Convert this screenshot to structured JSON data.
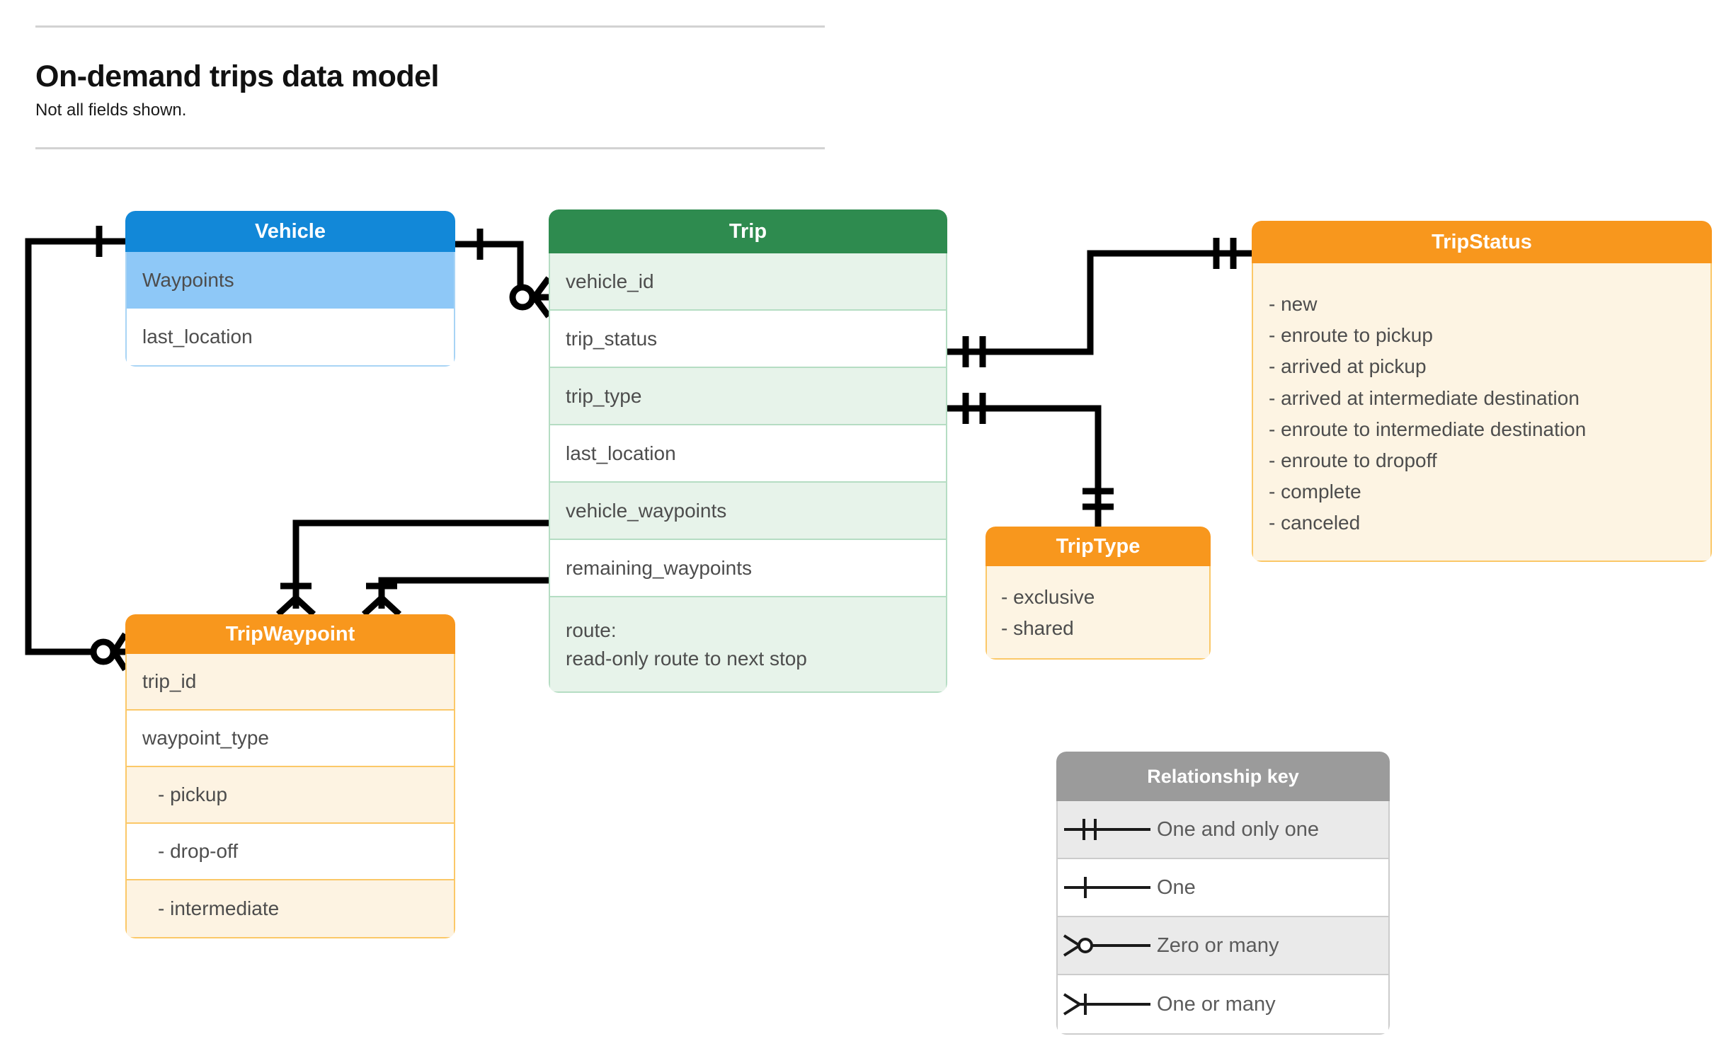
{
  "header": {
    "title": "On-demand trips data model",
    "subtitle": "Not all fields shown."
  },
  "entities": {
    "vehicle": {
      "name": "Vehicle",
      "header_color": "#1288d8",
      "fields": [
        {
          "label": "Waypoints"
        },
        {
          "label": "last_location"
        }
      ]
    },
    "trip": {
      "name": "Trip",
      "header_color": "#2e8b4f",
      "fields": [
        {
          "label": "vehicle_id"
        },
        {
          "label": "trip_status"
        },
        {
          "label": "trip_type"
        },
        {
          "label": "last_location"
        },
        {
          "label": "vehicle_waypoints"
        },
        {
          "label": "remaining_waypoints"
        }
      ],
      "note_line_1": "route:",
      "note_line_2": "read-only route to next stop"
    },
    "trip_status": {
      "name": "TripStatus",
      "header_color": "#f8971d",
      "values": [
        "- new",
        "- enroute to pickup",
        "- arrived at pickup",
        "- arrived at intermediate destination",
        "- enroute to intermediate destination",
        "- enroute to dropoff",
        "- complete",
        "- canceled"
      ]
    },
    "trip_type": {
      "name": "TripType",
      "header_color": "#f8971d",
      "values": [
        "- exclusive",
        "- shared"
      ]
    },
    "trip_waypoint": {
      "name": "TripWaypoint",
      "header_color": "#f8971d",
      "fields": [
        {
          "label": "trip_id"
        },
        {
          "label": "waypoint_type"
        },
        {
          "label": "-  pickup"
        },
        {
          "label": "-  drop-off"
        },
        {
          "label": "-  intermediate"
        }
      ]
    }
  },
  "legend": {
    "title": "Relationship key",
    "rows": [
      {
        "label": "One and only one",
        "symbol": "one-and-only-one"
      },
      {
        "label": "One",
        "symbol": "one"
      },
      {
        "label": "Zero or many",
        "symbol": "zero-or-many"
      },
      {
        "label": "One or many",
        "symbol": "one-or-many"
      }
    ]
  },
  "relationships": [
    {
      "from": "Vehicle",
      "from_cardinality": "one",
      "to": "Trip.vehicle_id",
      "to_cardinality": "zero-or-many"
    },
    {
      "from": "Vehicle.Waypoints",
      "from_cardinality": "one",
      "to": "TripWaypoint",
      "to_cardinality": "zero-or-many"
    },
    {
      "from": "Trip.trip_status",
      "from_cardinality": "one-and-only-one",
      "to": "TripStatus",
      "to_cardinality": "one-and-only-one"
    },
    {
      "from": "Trip.trip_type",
      "from_cardinality": "one-and-only-one",
      "to": "TripType",
      "to_cardinality": "one-and-only-one"
    },
    {
      "from": "Trip.vehicle_waypoints",
      "from_cardinality": "one",
      "to": "TripWaypoint",
      "to_cardinality": "one-or-many"
    },
    {
      "from": "Trip.remaining_waypoints",
      "from_cardinality": "one",
      "to": "TripWaypoint",
      "to_cardinality": "one-or-many"
    }
  ]
}
